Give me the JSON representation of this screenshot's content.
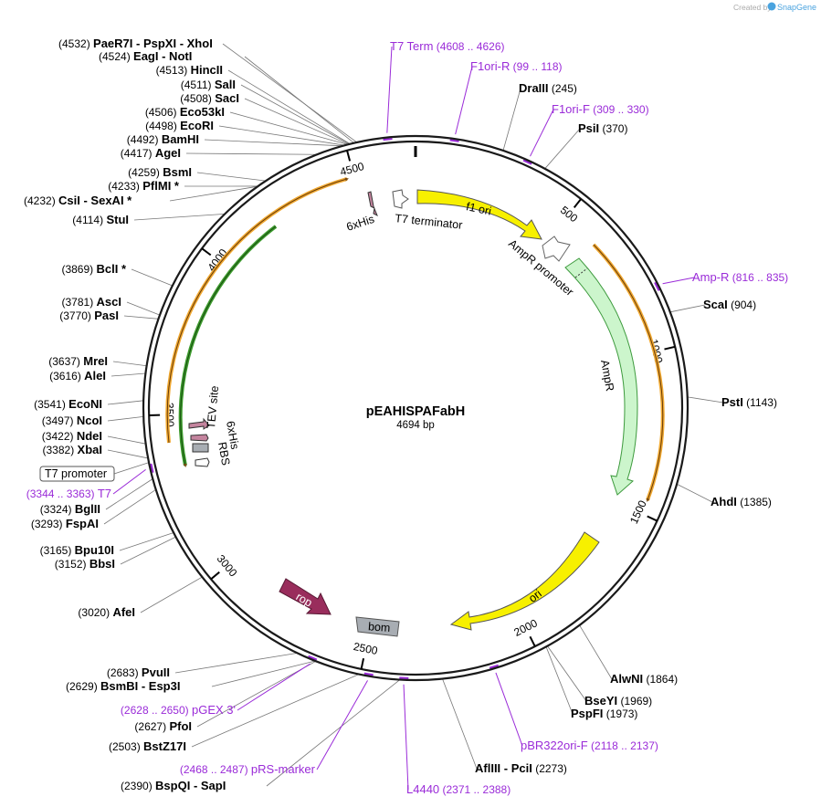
{
  "watermark": {
    "text": "Created by",
    "brand": "SnapGene",
    "brand_color": "#4aa3df"
  },
  "plasmid": {
    "name": "pEAHISPAFabH",
    "length_label": "4694 bp",
    "total_bp": 4694
  },
  "colors": {
    "primer": "#9a2bd8",
    "f1ori": "#f7f000",
    "ampr": "#ccf5cc",
    "ampr_border": "#3d9a3d",
    "rop": "#992d5c",
    "bom": "#a8adb3",
    "tag": "#c4849e",
    "rbs": "#a8adb3",
    "orange_arc": "#f0a830",
    "green_arc": "#3c9a2c"
  },
  "scale_ticks": [
    {
      "bp": 500,
      "label": "500"
    },
    {
      "bp": 1000,
      "label": "1000"
    },
    {
      "bp": 1500,
      "label": "1500"
    },
    {
      "bp": 2000,
      "label": "2000"
    },
    {
      "bp": 2500,
      "label": "2500"
    },
    {
      "bp": 3000,
      "label": "3000"
    },
    {
      "bp": 3500,
      "label": "3500"
    },
    {
      "bp": 4000,
      "label": "4000"
    },
    {
      "bp": 4500,
      "label": "4500"
    }
  ],
  "sites_left": [
    {
      "pos": "(4532)",
      "name": "PaeR7I",
      "extra": "PspXI - XhoI",
      "bp": 4532
    },
    {
      "pos": "(4524)",
      "name": "EagI",
      "extra": "NotI",
      "bp": 4524
    },
    {
      "pos": "(4513)",
      "name": "HincII",
      "extra": "",
      "bp": 4513
    },
    {
      "pos": "(4511)",
      "name": "SalI",
      "extra": "",
      "bp": 4511
    },
    {
      "pos": "(4508)",
      "name": "SacI",
      "extra": "",
      "bp": 4508
    },
    {
      "pos": "(4506)",
      "name": "Eco53kI",
      "extra": "",
      "bp": 4506
    },
    {
      "pos": "(4498)",
      "name": "EcoRI",
      "extra": "",
      "bp": 4498
    },
    {
      "pos": "(4492)",
      "name": "BamHI",
      "extra": "",
      "bp": 4492
    },
    {
      "pos": "(4417)",
      "name": "AgeI",
      "extra": "",
      "bp": 4417
    },
    {
      "pos": "(4259)",
      "name": "BsmI",
      "extra": "",
      "bp": 4259
    },
    {
      "pos": "(4233)",
      "name": "PflMI *",
      "extra": "",
      "bp": 4233
    },
    {
      "pos": "(4232)",
      "name": "CsiI",
      "extra": "SexAI *",
      "bp": 4232
    },
    {
      "pos": "(4114)",
      "name": "StuI",
      "extra": "",
      "bp": 4114
    },
    {
      "pos": "(3869)",
      "name": "BclI *",
      "extra": "",
      "bp": 3869
    },
    {
      "pos": "(3781)",
      "name": "AscI",
      "extra": "",
      "bp": 3781
    },
    {
      "pos": "(3770)",
      "name": "PasI",
      "extra": "",
      "bp": 3770
    },
    {
      "pos": "(3637)",
      "name": "MreI",
      "extra": "",
      "bp": 3637
    },
    {
      "pos": "(3616)",
      "name": "AleI",
      "extra": "",
      "bp": 3616
    },
    {
      "pos": "(3541)",
      "name": "EcoNI",
      "extra": "",
      "bp": 3541
    },
    {
      "pos": "(3497)",
      "name": "NcoI",
      "extra": "",
      "bp": 3497
    },
    {
      "pos": "(3422)",
      "name": "NdeI",
      "extra": "",
      "bp": 3422
    },
    {
      "pos": "(3382)",
      "name": "XbaI",
      "extra": "",
      "bp": 3382
    },
    {
      "pos": "(3324)",
      "name": "BglII",
      "extra": "",
      "bp": 3324
    },
    {
      "pos": "(3293)",
      "name": "FspAI",
      "extra": "",
      "bp": 3293
    },
    {
      "pos": "(3165)",
      "name": "Bpu10I",
      "extra": "",
      "bp": 3165
    },
    {
      "pos": "(3152)",
      "name": "BbsI",
      "extra": "",
      "bp": 3152
    },
    {
      "pos": "(3020)",
      "name": "AfeI",
      "extra": "",
      "bp": 3020
    },
    {
      "pos": "(2683)",
      "name": "PvuII",
      "extra": "",
      "bp": 2683
    },
    {
      "pos": "(2629)",
      "name": "BsmBI",
      "extra": "Esp3I",
      "bp": 2629
    },
    {
      "pos": "(2627)",
      "name": "PfoI",
      "extra": "",
      "bp": 2627
    },
    {
      "pos": "(2503)",
      "name": "BstZ17I",
      "extra": "",
      "bp": 2503
    },
    {
      "pos": "(2390)",
      "name": "BspQI",
      "extra": "SapI",
      "bp": 2390
    }
  ],
  "sites_right": [
    {
      "pos": "(245)",
      "name": "DraIII",
      "bp": 245
    },
    {
      "pos": "(370)",
      "name": "PsiI",
      "bp": 370
    },
    {
      "pos": "(904)",
      "name": "ScaI",
      "bp": 904
    },
    {
      "pos": "(1143)",
      "name": "PstI",
      "bp": 1143
    },
    {
      "pos": "(1385)",
      "name": "AhdI",
      "bp": 1385
    },
    {
      "pos": "(1864)",
      "name": "AlwNI",
      "bp": 1864
    },
    {
      "pos": "(1969)",
      "name": "BseYI",
      "bp": 1969
    },
    {
      "pos": "(1973)",
      "name": "PspFI",
      "bp": 1973
    },
    {
      "pos": "(2273)",
      "name": "AflIII",
      "extra": "PciI",
      "bp": 2273
    }
  ],
  "primers": [
    {
      "name": "T7 Term",
      "range": "(4608 .. 4626)",
      "bp": 4617
    },
    {
      "name": "F1ori-R",
      "range": "(99 .. 118)",
      "bp": 108
    },
    {
      "name": "F1ori-F",
      "range": "(309 .. 330)",
      "bp": 319
    },
    {
      "name": "Amp-R",
      "range": "(816 .. 835)",
      "bp": 825
    },
    {
      "name": "pBR322ori-F",
      "range": "(2118 .. 2137)",
      "bp": 2127
    },
    {
      "name": "L4440",
      "range": "(2371 .. 2388)",
      "bp": 2379
    },
    {
      "name": "pRS-marker",
      "range": "(2468 .. 2487)",
      "bp": 2477
    },
    {
      "name": "pGEX 3'",
      "range": "(2628 .. 2650)",
      "bp": 2639
    },
    {
      "name": "T7",
      "range": "(3344 .. 3363)",
      "bp": 3353
    }
  ],
  "boxed_feature": {
    "name": "T7 promoter"
  },
  "features": {
    "f1_ori": "f1 ori",
    "ampr_promoter": "AmpR promoter",
    "ampr": "AmpR",
    "ori": "ori",
    "rop": "rop",
    "bom": "bom",
    "t7_terminator": "T7 terminator",
    "his_top": "6xHis",
    "tev": "TEV site",
    "his_bottom": "6xHis",
    "rbs": "RBS"
  }
}
